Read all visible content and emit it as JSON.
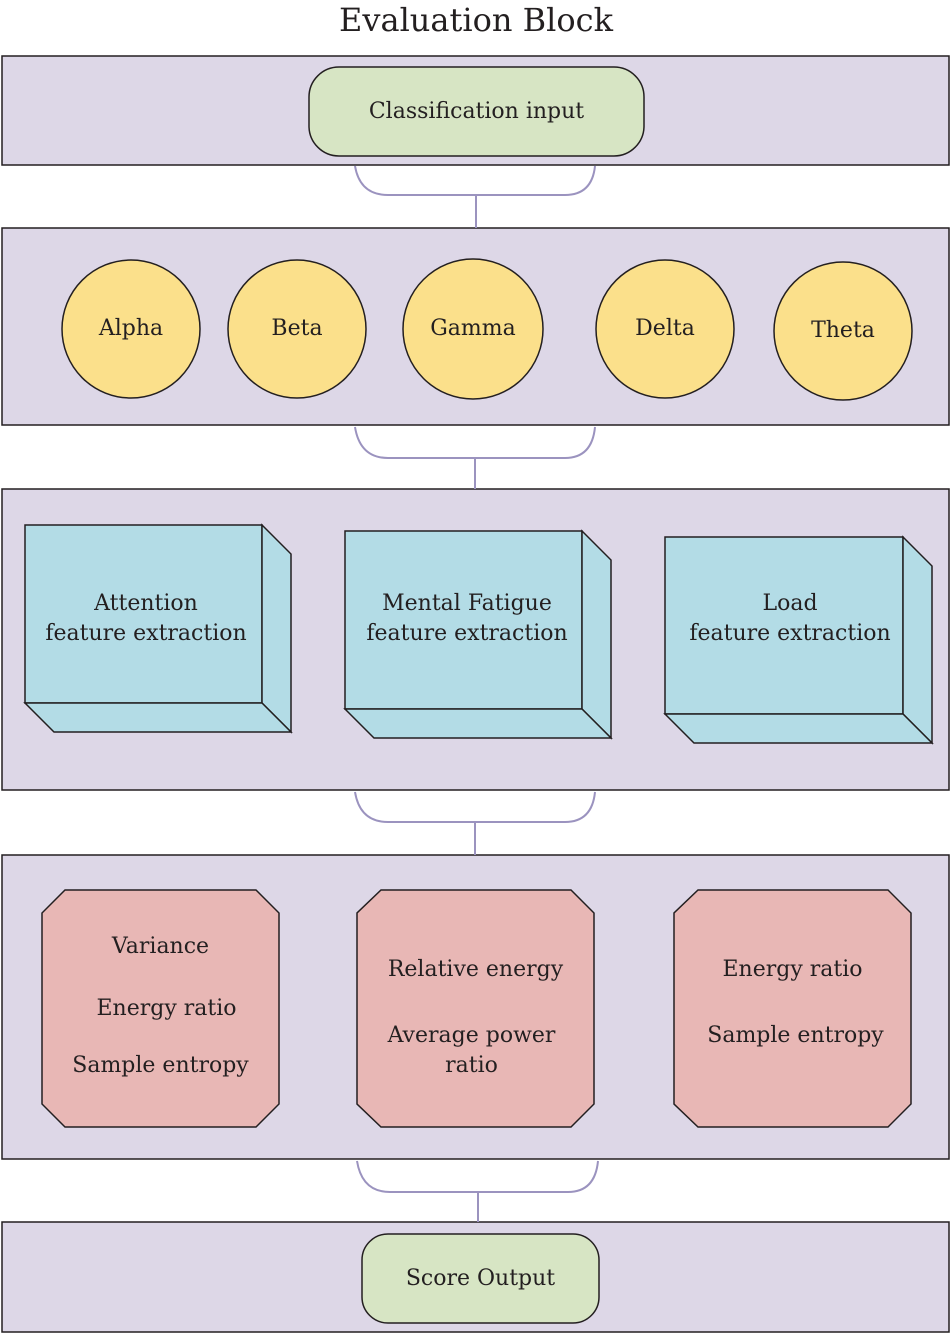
{
  "title": "Evaluation Block",
  "input": {
    "label": "Classification input"
  },
  "bands": [
    "Alpha",
    "Beta",
    "Gamma",
    "Delta",
    "Theta"
  ],
  "extraction": [
    {
      "name": "attention",
      "line1": "Attention",
      "line2": "feature extraction"
    },
    {
      "name": "mental-fatigue",
      "line1": "Mental Fatigue",
      "line2": "feature extraction"
    },
    {
      "name": "load",
      "line1": "Load",
      "line2": "feature extraction"
    }
  ],
  "features": [
    {
      "name": "attention",
      "items": [
        "Variance",
        "Energy ratio",
        "Sample entropy"
      ]
    },
    {
      "name": "mental-fatigue",
      "items": [
        "Relative energy",
        "Average power",
        "ratio"
      ]
    },
    {
      "name": "load",
      "items": [
        "Energy ratio",
        "Sample entropy"
      ]
    }
  ],
  "output": {
    "label": "Score Output"
  },
  "colors": {
    "panel": "#ddd7e7",
    "pill": "#d7e5c4",
    "circle": "#fbe08b",
    "box": "#b3dce6",
    "octagon": "#e8b7b5",
    "connector": "#9b93bf",
    "stroke": "#231f20"
  }
}
